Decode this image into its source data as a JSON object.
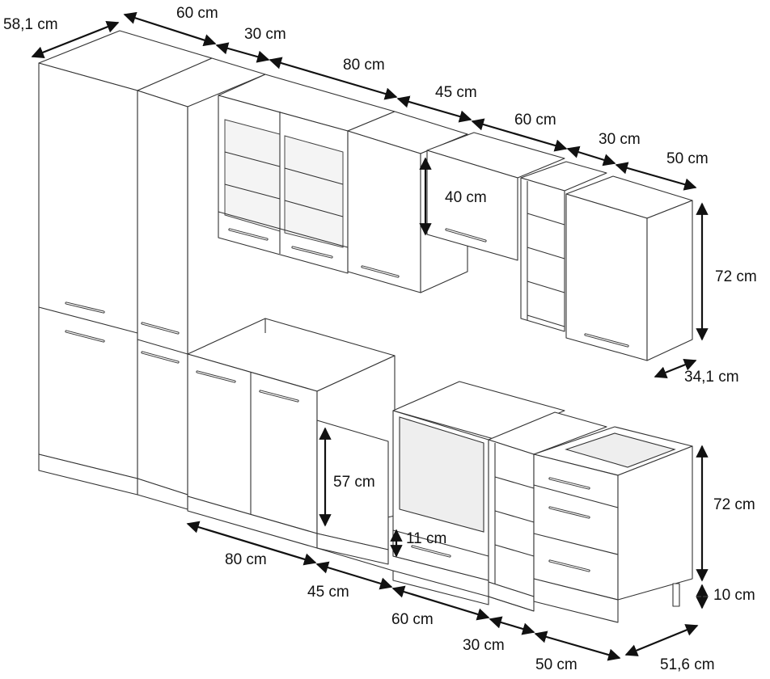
{
  "colors": {
    "line": "#333333",
    "arrow": "#111111",
    "glass": "#f4f4f4",
    "background": "#ffffff"
  },
  "dimensions": {
    "depth_tall": "58,1 cm",
    "top_60": "60 cm",
    "top_30": "30 cm",
    "top_80": "80 cm",
    "top_45": "45 cm",
    "top_60b": "60 cm",
    "top_30b": "30 cm",
    "top_50": "50 cm",
    "wall_height_40": "40 cm",
    "wall_height_72": "72 cm",
    "wall_depth": "34,1 cm",
    "base_height_57": "57 cm",
    "drawer_11": "11 cm",
    "base_height_72": "72 cm",
    "plinth_10": "10 cm",
    "base_80": "80 cm",
    "base_45": "45 cm",
    "base_60": "60 cm",
    "base_30": "30 cm",
    "base_50": "50 cm",
    "base_depth": "51,6 cm"
  }
}
